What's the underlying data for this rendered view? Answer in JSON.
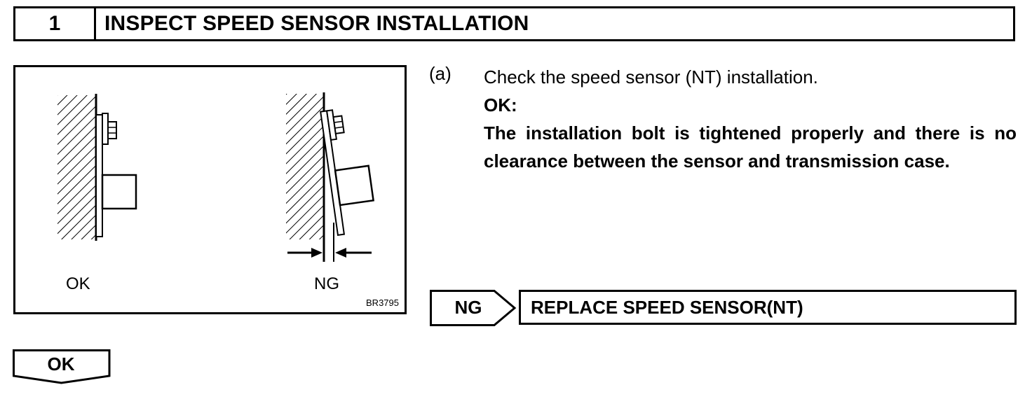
{
  "header": {
    "step_number": "1",
    "title": "INSPECT SPEED SENSOR INSTALLATION"
  },
  "figure": {
    "ok_label": "OK",
    "ng_label": "NG",
    "code": "BR3795"
  },
  "instruction": {
    "marker": "(a)",
    "text": "Check the speed sensor (NT) installation.",
    "ok_heading": "OK:",
    "criterion": "The installation bolt is tightened properly and there is no clearance between the sensor and transmission case."
  },
  "result_ng": {
    "label": "NG",
    "action": "REPLACE SPEED SENSOR(NT)"
  },
  "result_ok": {
    "label": "OK"
  }
}
